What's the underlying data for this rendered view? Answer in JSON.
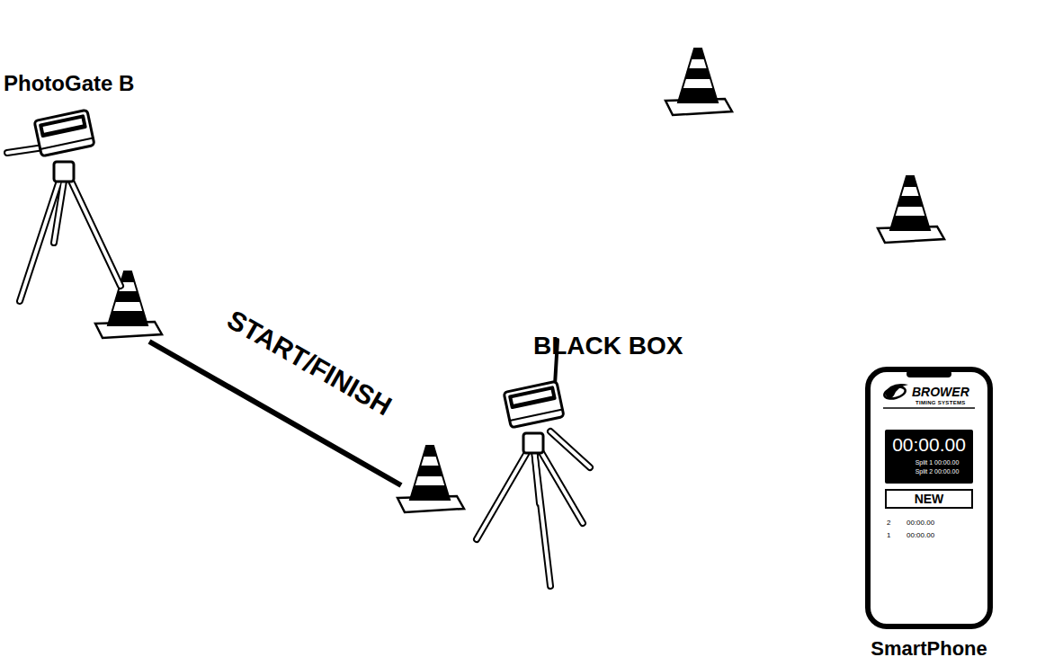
{
  "diagram": {
    "nodes": [
      {
        "text": [
          "BROWER",
          "TIMING SYSTEMS",
          "SmartPhone"
        ]
      },
      {
        "text": [
          "00:00.00",
          "Split 1 00:00.00",
          "Split 2 00:00.00"
        ],
        "in": 0
      },
      {
        "text": [
          "NEW"
        ],
        "in": 0
      }
    ],
    "labels": [
      "PhotoGate B",
      "START/FINISH",
      "BLACK BOX",
      "2",
      "00:00.00",
      "1",
      "00:00.00"
    ]
  }
}
